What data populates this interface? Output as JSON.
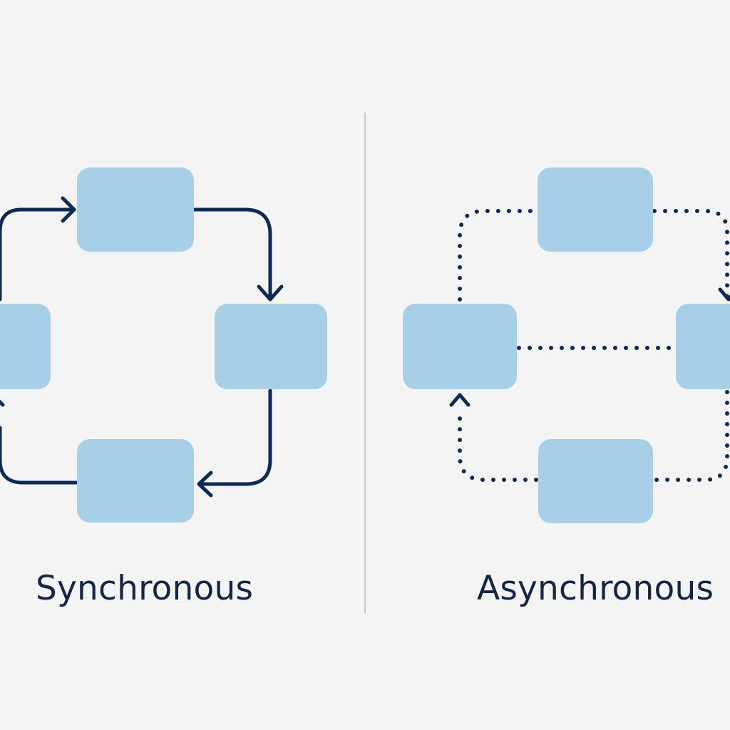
{
  "colors": {
    "background": "#f4f4f4",
    "box_fill": "#a8cfe8",
    "arrow": "#0f2a52",
    "divider": "#c8c8c8",
    "label": "#152542"
  },
  "panels": {
    "synchronous": {
      "label": "Synchronous",
      "box_count": 4,
      "connector_style": "solid",
      "flow": "clockwise cycle"
    },
    "asynchronous": {
      "label": "Asynchronous",
      "box_count": 4,
      "connector_style": "dotted"
    }
  }
}
